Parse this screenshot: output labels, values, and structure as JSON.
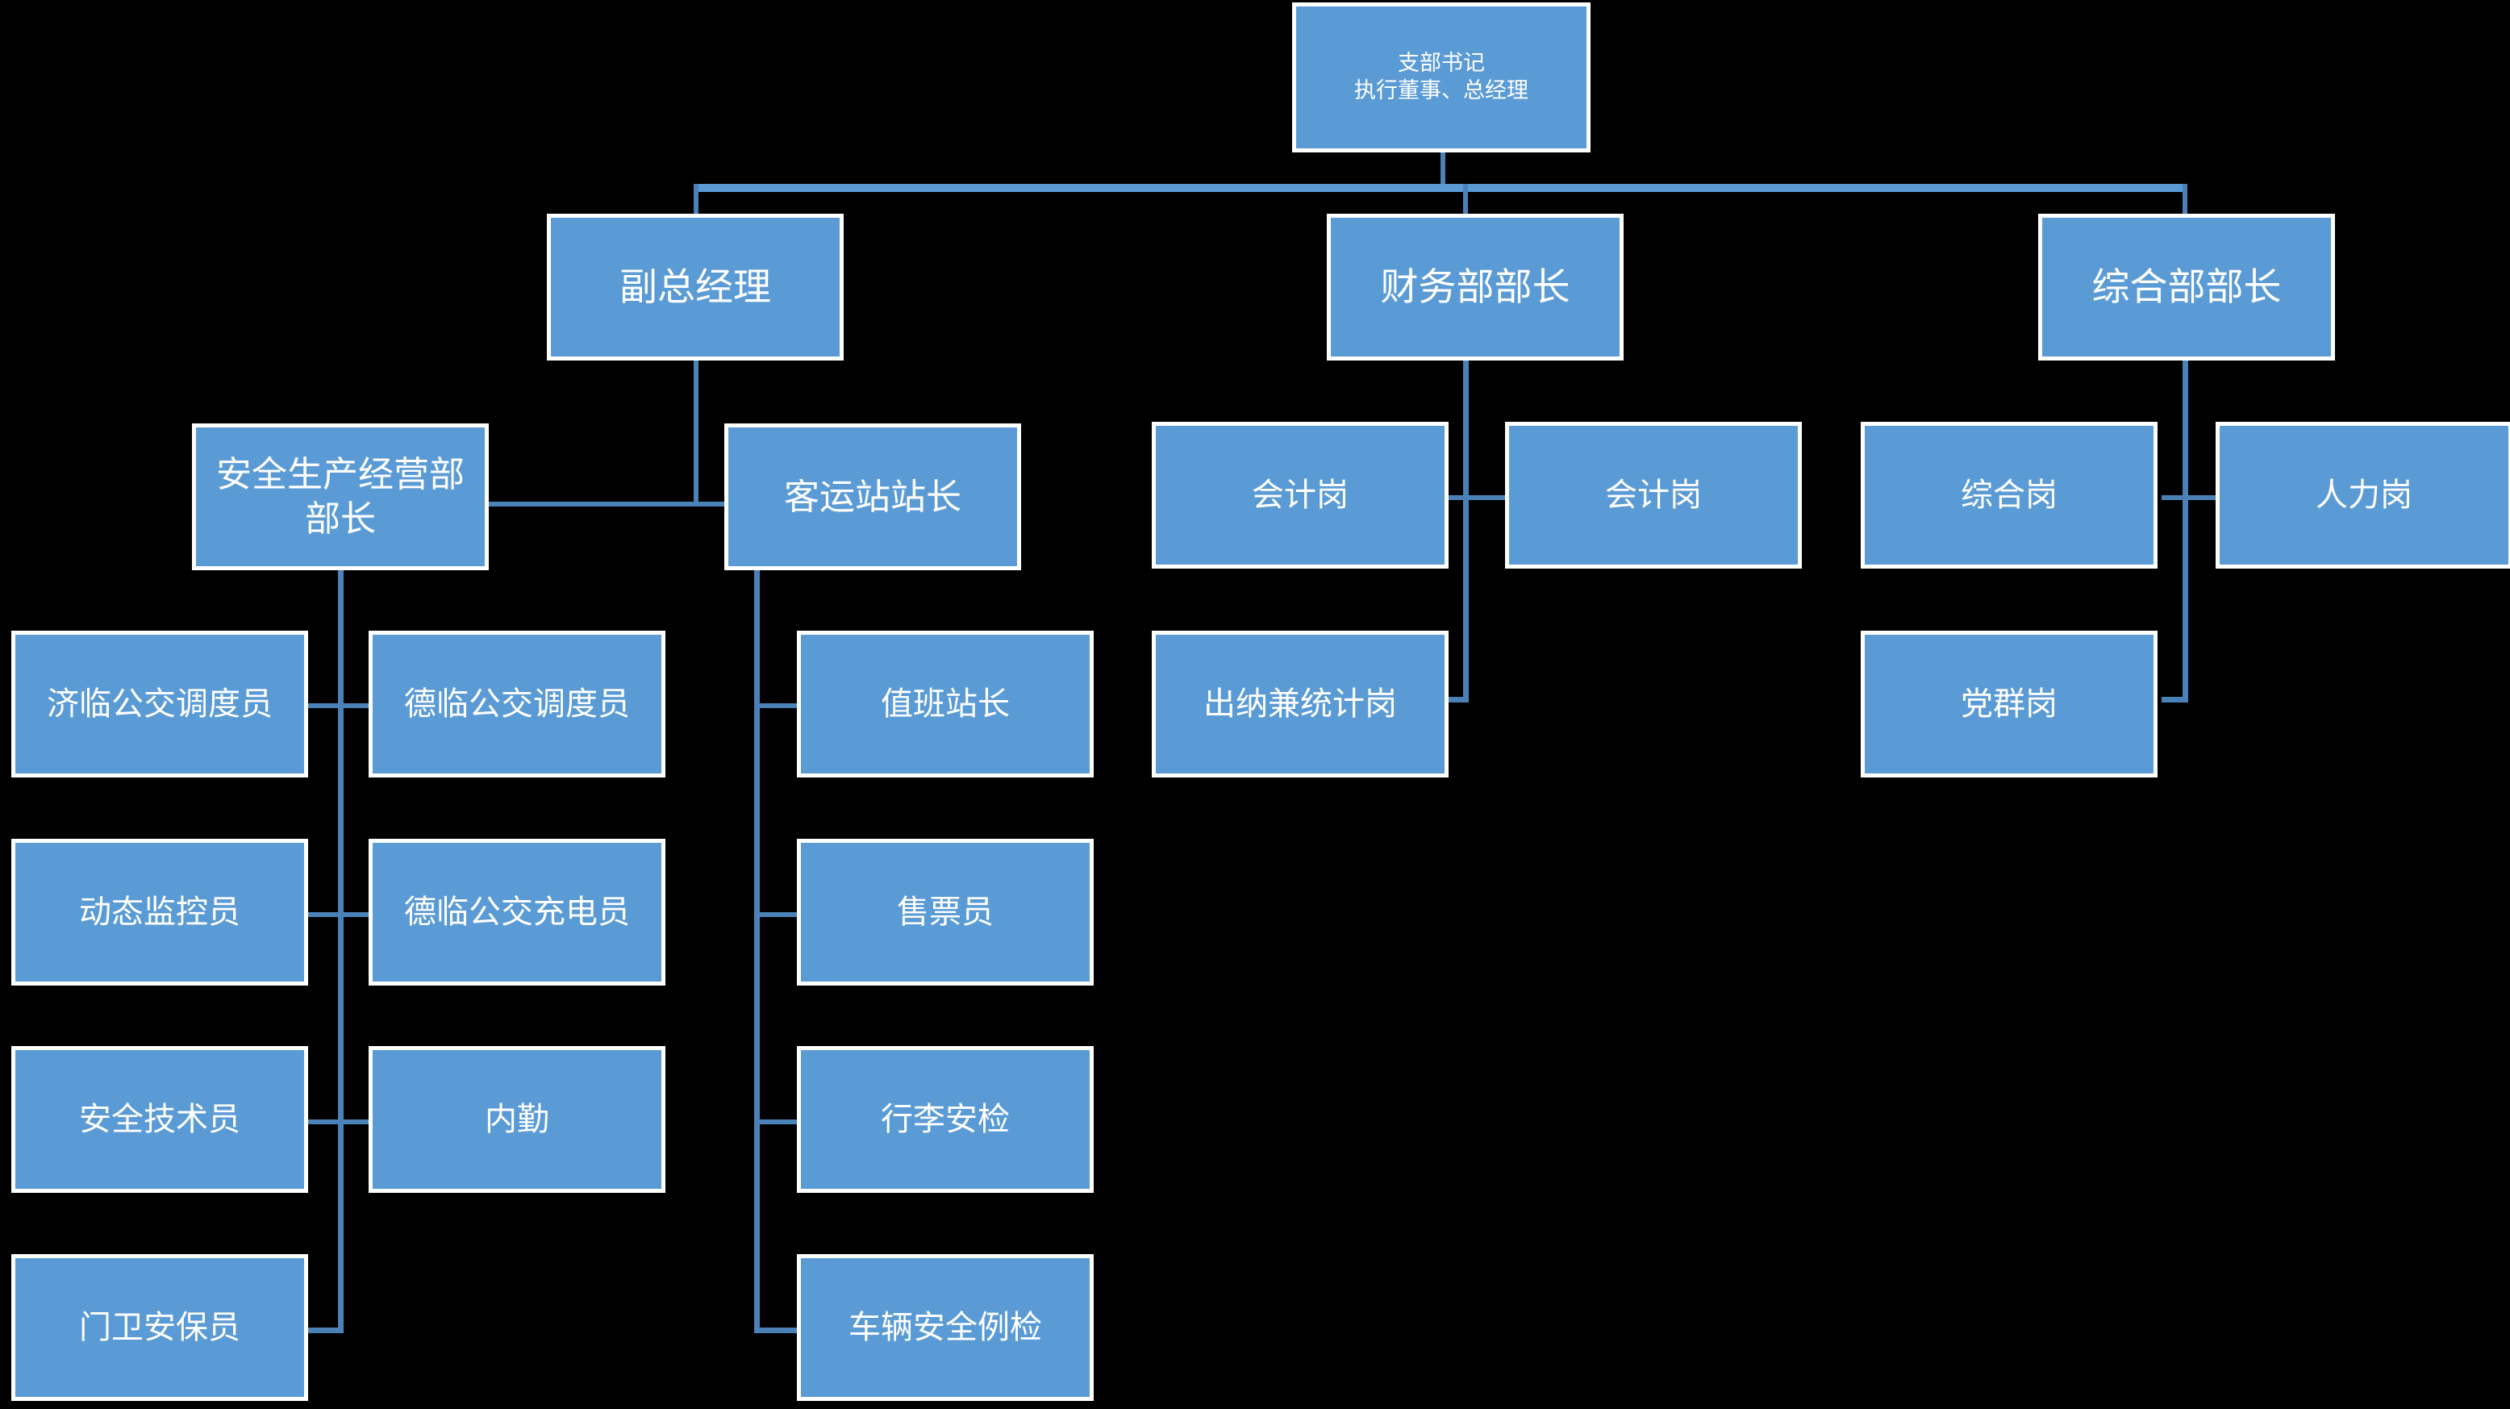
{
  "chart": {
    "type": "org-chart",
    "title": "",
    "background_color": "#000000",
    "node_fill_color": "#5b9bd5",
    "node_border_color": "#ffffff",
    "node_text_color": "#ffffff",
    "connector_color": "#4a82b8"
  },
  "nodes": {
    "root": {
      "line1": "支部书记",
      "line2": "执行董事、总经理"
    },
    "level2": [
      {
        "label": "副总经理"
      },
      {
        "label": "财务部部长"
      },
      {
        "label": "综合部部长"
      }
    ],
    "vice_gm_children": [
      {
        "label": "安全生产经营部部长"
      },
      {
        "label": "客运站站长"
      }
    ],
    "safety_dept_children": [
      {
        "label": "济临公交调度员"
      },
      {
        "label": "德临公交调度员"
      },
      {
        "label": "动态监控员"
      },
      {
        "label": "德临公交充电员"
      },
      {
        "label": "安全技术员"
      },
      {
        "label": "内勤"
      },
      {
        "label": "门卫安保员"
      }
    ],
    "station_children": [
      {
        "label": "值班站长"
      },
      {
        "label": "售票员"
      },
      {
        "label": "行李安检"
      },
      {
        "label": "车辆安全例检"
      }
    ],
    "finance_children": [
      {
        "label": "会计岗"
      },
      {
        "label": "会计岗"
      },
      {
        "label": "出纳兼统计岗"
      }
    ],
    "admin_children": [
      {
        "label": "综合岗"
      },
      {
        "label": "人力岗"
      },
      {
        "label": "党群岗"
      }
    ]
  }
}
